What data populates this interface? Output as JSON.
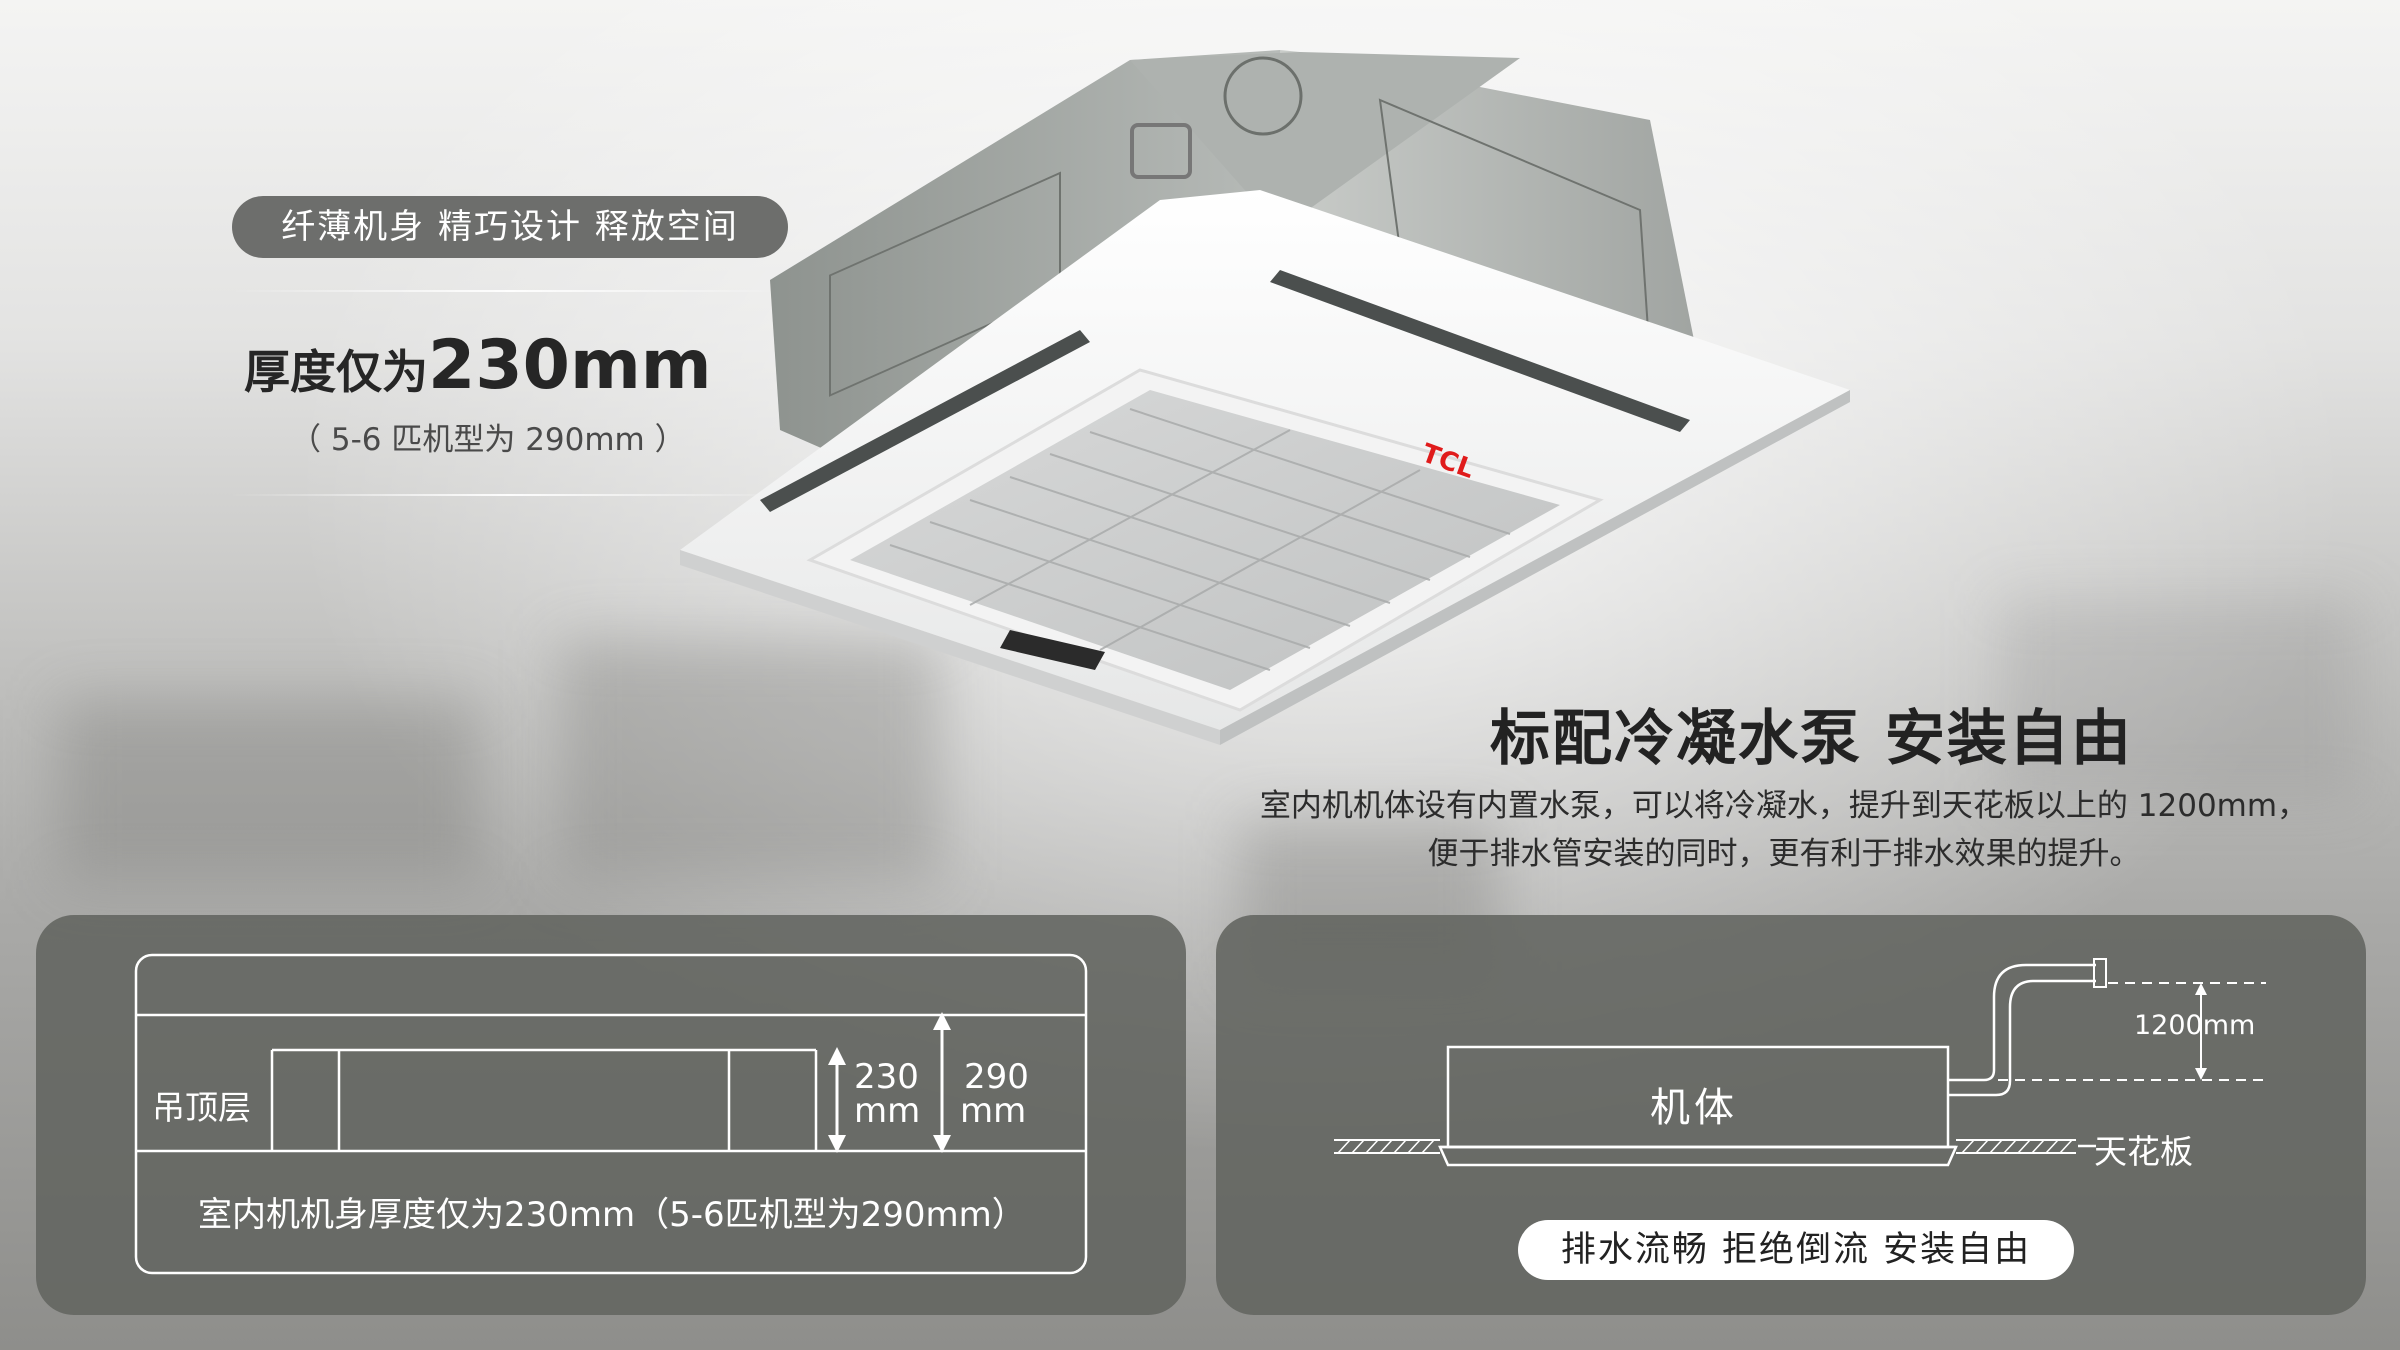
{
  "tagline": "纤薄机身 精巧设计 释放空间",
  "thickness": {
    "prefix": "厚度仅为",
    "value": "230mm",
    "note": "（ 5-6 匹机型为 290mm ）"
  },
  "brand_logo": "TCL",
  "pump": {
    "title": "标配冷凝水泵 安装自由",
    "desc_line1": "室内机机体设有内置水泵，可以将冷凝水，提升到天花板以上的 1200mm，",
    "desc_line2": "便于排水管安装的同时，更有利于排水效果的提升。"
  },
  "left_diagram": {
    "ceiling_layer": "吊顶层",
    "dim1_value": "230",
    "dim1_unit": "mm",
    "dim2_value": "290",
    "dim2_unit": "mm",
    "caption": "室内机机身厚度仅为230mm（5-6匹机型为290mm）"
  },
  "right_diagram": {
    "unit_label": "机体",
    "lift_label": "1200mm",
    "ceiling_label": "天花板",
    "pill": "排水流畅  拒绝倒流  安装自由"
  }
}
